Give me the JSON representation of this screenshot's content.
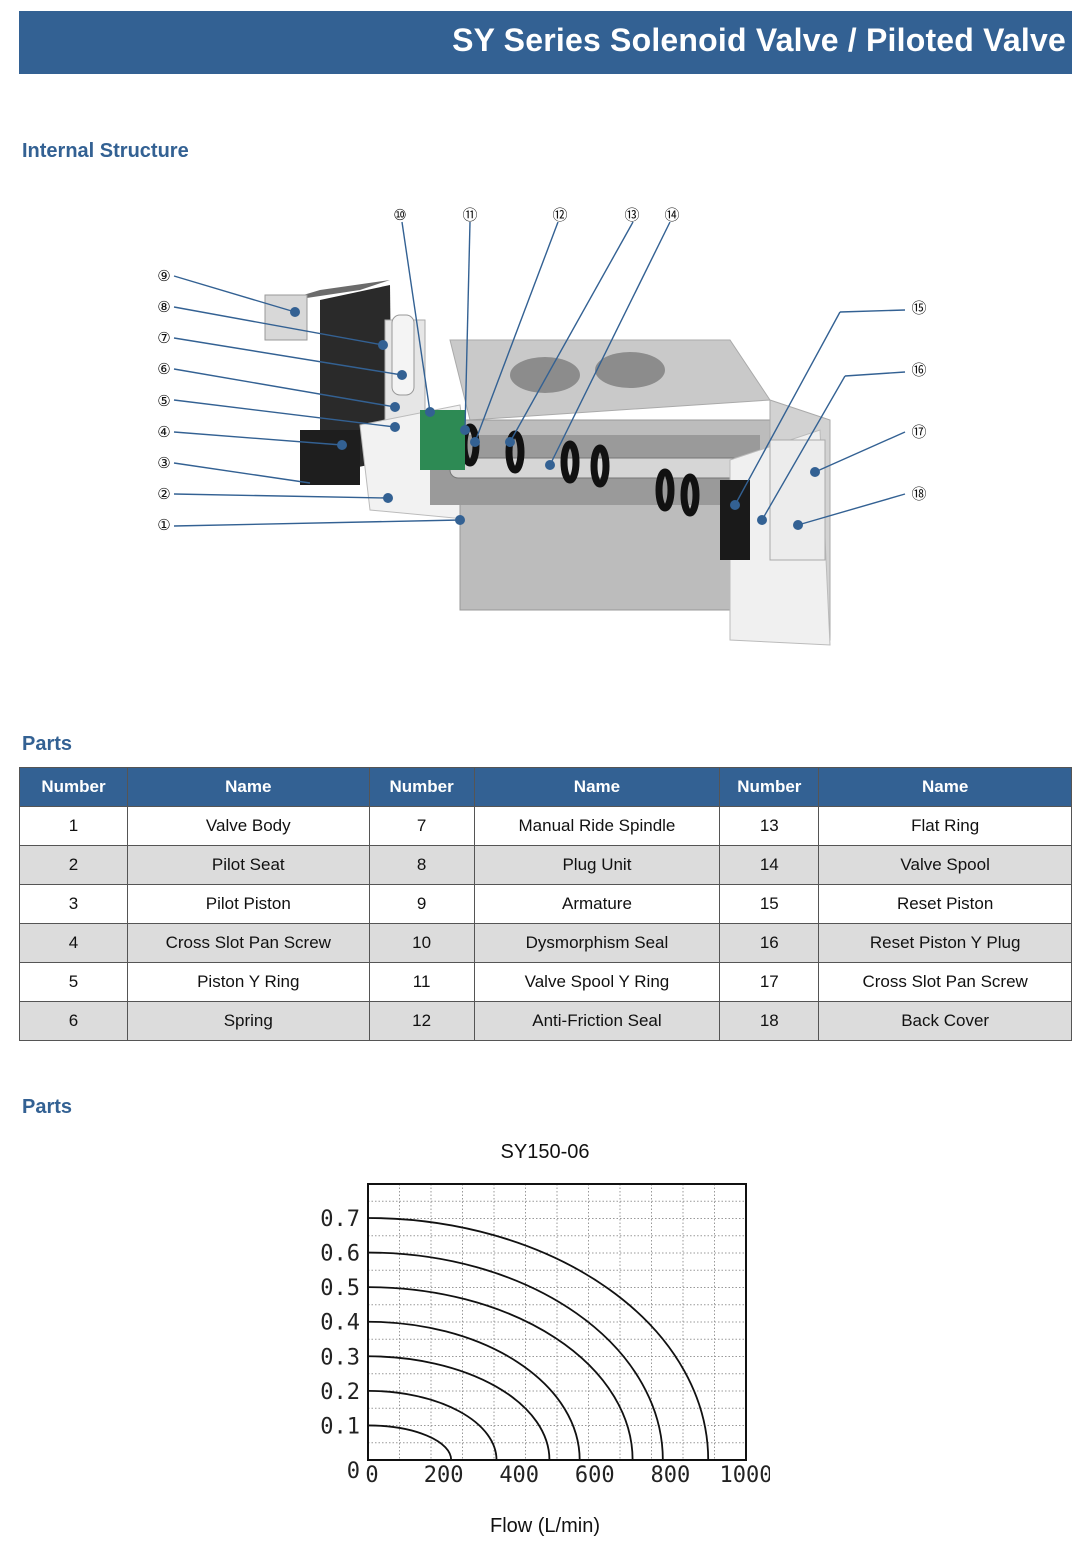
{
  "header": {
    "title": "SY Series Solenoid Valve / Piloted Valve"
  },
  "internal_structure": {
    "heading": "Internal Structure",
    "callouts": [
      {
        "id": 1,
        "glyph": "①"
      },
      {
        "id": 2,
        "glyph": "②"
      },
      {
        "id": 3,
        "glyph": "③"
      },
      {
        "id": 4,
        "glyph": "④"
      },
      {
        "id": 5,
        "glyph": "⑤"
      },
      {
        "id": 6,
        "glyph": "⑥"
      },
      {
        "id": 7,
        "glyph": "⑦"
      },
      {
        "id": 8,
        "glyph": "⑧"
      },
      {
        "id": 9,
        "glyph": "⑨"
      },
      {
        "id": 10,
        "glyph": "⑩"
      },
      {
        "id": 11,
        "glyph": "⑪"
      },
      {
        "id": 12,
        "glyph": "⑫"
      },
      {
        "id": 13,
        "glyph": "⑬"
      },
      {
        "id": 14,
        "glyph": "⑭"
      },
      {
        "id": 15,
        "glyph": "⑮"
      },
      {
        "id": 16,
        "glyph": "⑯"
      },
      {
        "id": 17,
        "glyph": "⑰"
      },
      {
        "id": 18,
        "glyph": "⑱"
      }
    ]
  },
  "parts_table": {
    "heading": "Parts",
    "headers": [
      "Number",
      "Name",
      "Number",
      "Name",
      "Number",
      "Name"
    ],
    "rows": [
      [
        "1",
        "Valve Body",
        "7",
        "Manual Ride Spindle",
        "13",
        "Flat Ring"
      ],
      [
        "2",
        "Pilot Seat",
        "8",
        "Plug Unit",
        "14",
        "Valve Spool"
      ],
      [
        "3",
        "Pilot Piston",
        "9",
        "Armature",
        "15",
        "Reset Piston"
      ],
      [
        "4",
        "Cross Slot Pan Screw",
        "10",
        "Dysmorphism Seal",
        "16",
        "Reset Piston Y Plug"
      ],
      [
        "5",
        "Piston Y Ring",
        "11",
        "Valve Spool Y Ring",
        "17",
        "Cross Slot Pan Screw"
      ],
      [
        "6",
        "Spring",
        "12",
        "Anti-Friction Seal",
        "18",
        "Back Cover"
      ]
    ]
  },
  "flow_section": {
    "heading": "Parts"
  },
  "chart_data": {
    "type": "line",
    "title": "SY150-06",
    "xlabel": "Flow (L/min)",
    "ylabel": "",
    "xlim": [
      0,
      1000
    ],
    "ylim": [
      0,
      0.7
    ],
    "x_ticks": [
      "0",
      "200",
      "400",
      "600",
      "800",
      "1000"
    ],
    "y_ticks": [
      "0",
      "0.1",
      "0.2",
      "0.3",
      "0.4",
      "0.5",
      "0.6",
      "0.7"
    ],
    "grid": true,
    "series": [
      {
        "pressure": 0.1,
        "max_flow": 220
      },
      {
        "pressure": 0.2,
        "max_flow": 340
      },
      {
        "pressure": 0.3,
        "max_flow": 480
      },
      {
        "pressure": 0.4,
        "max_flow": 560
      },
      {
        "pressure": 0.5,
        "max_flow": 700
      },
      {
        "pressure": 0.6,
        "max_flow": 780
      },
      {
        "pressure": 0.7,
        "max_flow": 900
      }
    ]
  }
}
